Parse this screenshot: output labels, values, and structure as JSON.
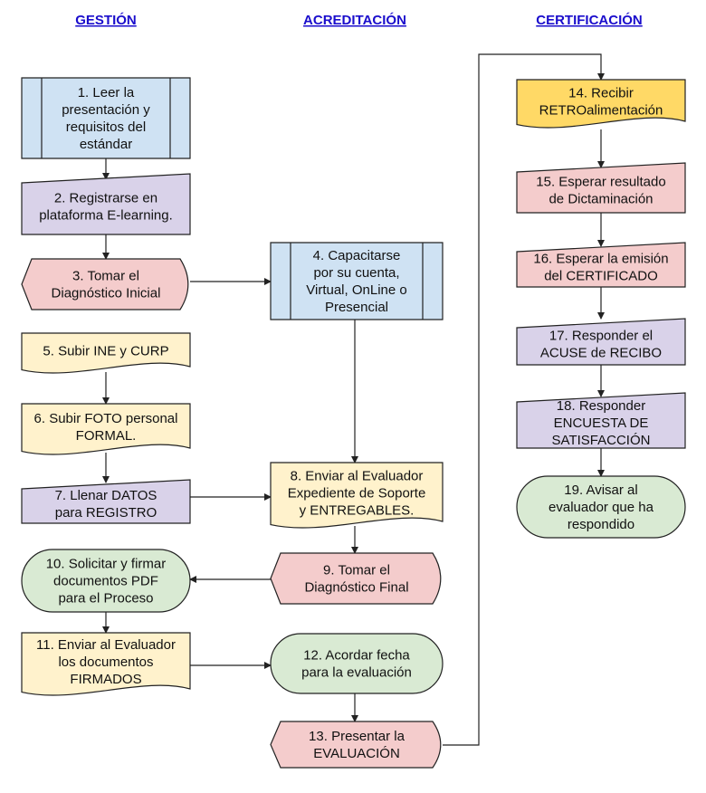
{
  "colors": {
    "blue": "#cfe2f3",
    "purple": "#d9d2e9",
    "pink": "#f4cccc",
    "yellow": "#fff2cc",
    "orange": "#ffd966",
    "green": "#d9ead3",
    "header": "#1a0dcc"
  },
  "headers": {
    "gestion": "GESTIÓN",
    "acreditacion": "ACREDITACIÓN",
    "certificacion": "CERTIFICACIÓN"
  },
  "nodes": [
    {
      "id": "n1",
      "type": "predefined-process",
      "color": "blue",
      "lines": [
        "1. Leer la",
        "presentación y",
        "requisitos del",
        "estándar"
      ]
    },
    {
      "id": "n2",
      "type": "manual-input",
      "color": "purple",
      "lines": [
        "2. Registrarse en",
        "plataforma E-learning."
      ]
    },
    {
      "id": "n3",
      "type": "display",
      "color": "pink",
      "lines": [
        "3. Tomar el",
        "Diagnóstico Inicial"
      ]
    },
    {
      "id": "n4",
      "type": "predefined-process",
      "color": "blue",
      "lines": [
        "4. Capacitarse",
        "por su cuenta,",
        "Virtual, OnLine o",
        "Presencial"
      ]
    },
    {
      "id": "n5",
      "type": "document",
      "color": "yellow",
      "lines": [
        "5. Subir INE y CURP"
      ]
    },
    {
      "id": "n6",
      "type": "document",
      "color": "yellow",
      "lines": [
        "6. Subir FOTO personal",
        "FORMAL."
      ]
    },
    {
      "id": "n7",
      "type": "manual-input",
      "color": "purple",
      "lines": [
        "7. Llenar DATOS",
        "para REGISTRO"
      ]
    },
    {
      "id": "n8",
      "type": "document",
      "color": "yellow",
      "lines": [
        "8. Enviar al Evaluador",
        "Expediente de Soporte",
        "y ENTREGABLES."
      ]
    },
    {
      "id": "n9",
      "type": "display",
      "color": "pink",
      "lines": [
        "9.  Tomar el",
        "Diagnóstico Final"
      ]
    },
    {
      "id": "n10",
      "type": "terminal",
      "color": "green",
      "lines": [
        "10. Solicitar y firmar",
        "documentos PDF",
        "para el Proceso"
      ]
    },
    {
      "id": "n11",
      "type": "document",
      "color": "yellow",
      "lines": [
        "11. Enviar al Evaluador",
        "los documentos",
        "FIRMADOS"
      ]
    },
    {
      "id": "n12",
      "type": "terminal",
      "color": "green",
      "lines": [
        "12. Acordar fecha",
        "para la evaluación"
      ]
    },
    {
      "id": "n13",
      "type": "display",
      "color": "pink",
      "lines": [
        "13. Presentar la",
        "EVALUACIÓN"
      ]
    },
    {
      "id": "n14",
      "type": "document",
      "color": "orange",
      "lines": [
        "14. Recibir",
        "RETROalimentación"
      ]
    },
    {
      "id": "n15",
      "type": "manual-input",
      "color": "pink",
      "lines": [
        "15. Esperar resultado",
        "de Dictaminación"
      ]
    },
    {
      "id": "n16",
      "type": "manual-input",
      "color": "pink",
      "lines": [
        "16. Esperar la emisión",
        "del CERTIFICADO"
      ]
    },
    {
      "id": "n17",
      "type": "manual-input",
      "color": "purple",
      "lines": [
        "17. Responder el",
        "ACUSE de RECIBO"
      ]
    },
    {
      "id": "n18",
      "type": "manual-input",
      "color": "purple",
      "lines": [
        "18. Responder",
        "ENCUESTA DE",
        "SATISFACCIÓN"
      ]
    },
    {
      "id": "n19",
      "type": "terminal",
      "color": "green",
      "lines": [
        "19. Avisar al",
        "evaluador que ha",
        "respondido"
      ]
    }
  ],
  "edges": [
    {
      "from": "n1",
      "to": "n2"
    },
    {
      "from": "n2",
      "to": "n3"
    },
    {
      "from": "n3",
      "to": "n4"
    },
    {
      "from": "n5",
      "to": "n6"
    },
    {
      "from": "n6",
      "to": "n7"
    },
    {
      "from": "n7",
      "to": "n8"
    },
    {
      "from": "n4",
      "to": "n8"
    },
    {
      "from": "n8",
      "to": "n9"
    },
    {
      "from": "n9",
      "to": "n10"
    },
    {
      "from": "n10",
      "to": "n11"
    },
    {
      "from": "n11",
      "to": "n12"
    },
    {
      "from": "n12",
      "to": "n13"
    },
    {
      "from": "n13",
      "to": "n14"
    },
    {
      "from": "n14",
      "to": "n15"
    },
    {
      "from": "n15",
      "to": "n16"
    },
    {
      "from": "n16",
      "to": "n17"
    },
    {
      "from": "n17",
      "to": "n18"
    },
    {
      "from": "n18",
      "to": "n19"
    }
  ]
}
